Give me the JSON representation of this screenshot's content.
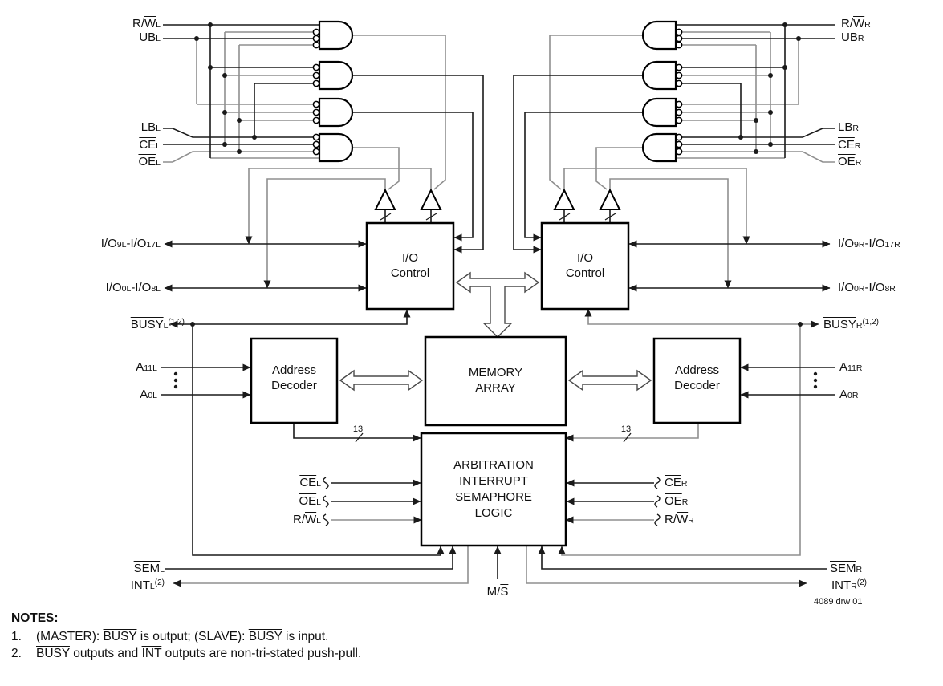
{
  "page": {
    "background": "#ffffff"
  },
  "colors": {
    "wire_black": "#1a1a1a",
    "wire_gray": "#8f8f8f",
    "block_border": "#000000"
  },
  "blocks": {
    "io_control_left": {
      "line1": "I/O",
      "line2": "Control"
    },
    "io_control_right": {
      "line1": "I/O",
      "line2": "Control"
    },
    "address_decoder_left": {
      "line1": "Address",
      "line2": "Decoder"
    },
    "address_decoder_right": {
      "line1": "Address",
      "line2": "Decoder"
    },
    "memory_array": {
      "line1": "MEMORY",
      "line2": "ARRAY"
    },
    "arbitration": {
      "line1": "ARBITRATION",
      "line2": "INTERRUPT",
      "line3": "SEMAPHORE",
      "line4": "LOGIC"
    }
  },
  "signals": {
    "rw_l": {
      "pre": "R/",
      "ov": "W",
      "sub": "L"
    },
    "ub_l": {
      "ov": "UB",
      "sub": "L"
    },
    "lb_l": {
      "ov": "LB",
      "sub": "L"
    },
    "ce_l": {
      "ov": "CE",
      "sub": "L"
    },
    "oe_l": {
      "ov": "OE",
      "sub": "L"
    },
    "io_hi_l": {
      "pre": "I/O",
      "sub": "9L",
      "mid": "-I/O",
      "sub2": "17L"
    },
    "io_lo_l": {
      "pre": "I/O",
      "sub": "0L",
      "mid": "-I/O",
      "sub2": "8L"
    },
    "busy_l": {
      "ov": "BUSY",
      "sub": "L",
      "sup": "(1,2)"
    },
    "a11_l": {
      "pre": "A",
      "sub": "11L"
    },
    "a0_l": {
      "pre": "A",
      "sub": "0L"
    },
    "sem_l": {
      "ov": "SEM",
      "sub": "L"
    },
    "int_l": {
      "ov": "INT",
      "sub": "L",
      "sup": "(2)"
    },
    "ms": {
      "pre": "M/",
      "ov": "S"
    },
    "rw_r": {
      "pre": "R/",
      "ov": "W",
      "sub": "R"
    },
    "ub_r": {
      "ov": "UB",
      "sub": "R"
    },
    "lb_r": {
      "ov": "LB",
      "sub": "R"
    },
    "ce_r": {
      "ov": "CE",
      "sub": "R"
    },
    "oe_r": {
      "ov": "OE",
      "sub": "R"
    },
    "io_hi_r": {
      "pre": "I/O",
      "sub": "9R",
      "mid": "-I/O",
      "sub2": "17R"
    },
    "io_lo_r": {
      "pre": "I/O",
      "sub": "0R",
      "mid": "-I/O",
      "sub2": "8R"
    },
    "busy_r": {
      "ov": "BUSY",
      "sub": "R",
      "sup": "(1,2)"
    },
    "a11_r": {
      "pre": "A",
      "sub": "11R"
    },
    "a0_r": {
      "pre": "A",
      "sub": "0R"
    },
    "sem_r": {
      "ov": "SEM",
      "sub": "R"
    },
    "int_r": {
      "ov": "INT",
      "sub": "R",
      "sup": "(2)"
    }
  },
  "bus_width_left": "13",
  "bus_width_right": "13",
  "drawing_number": "4089 drw 01",
  "notes": {
    "heading": "NOTES:",
    "n1_num": "1.",
    "n1_a": "(MASTER): ",
    "n1_ov1": "BUSY",
    "n1_b": " is output; (SLAVE): ",
    "n1_ov2": "BUSY",
    "n1_c": " is input.",
    "n2_num": "2.",
    "n2_ov1": "BUSY",
    "n2_a": " outputs and ",
    "n2_ov2": "INT",
    "n2_b": " outputs are non-tri-stated push-pull."
  }
}
